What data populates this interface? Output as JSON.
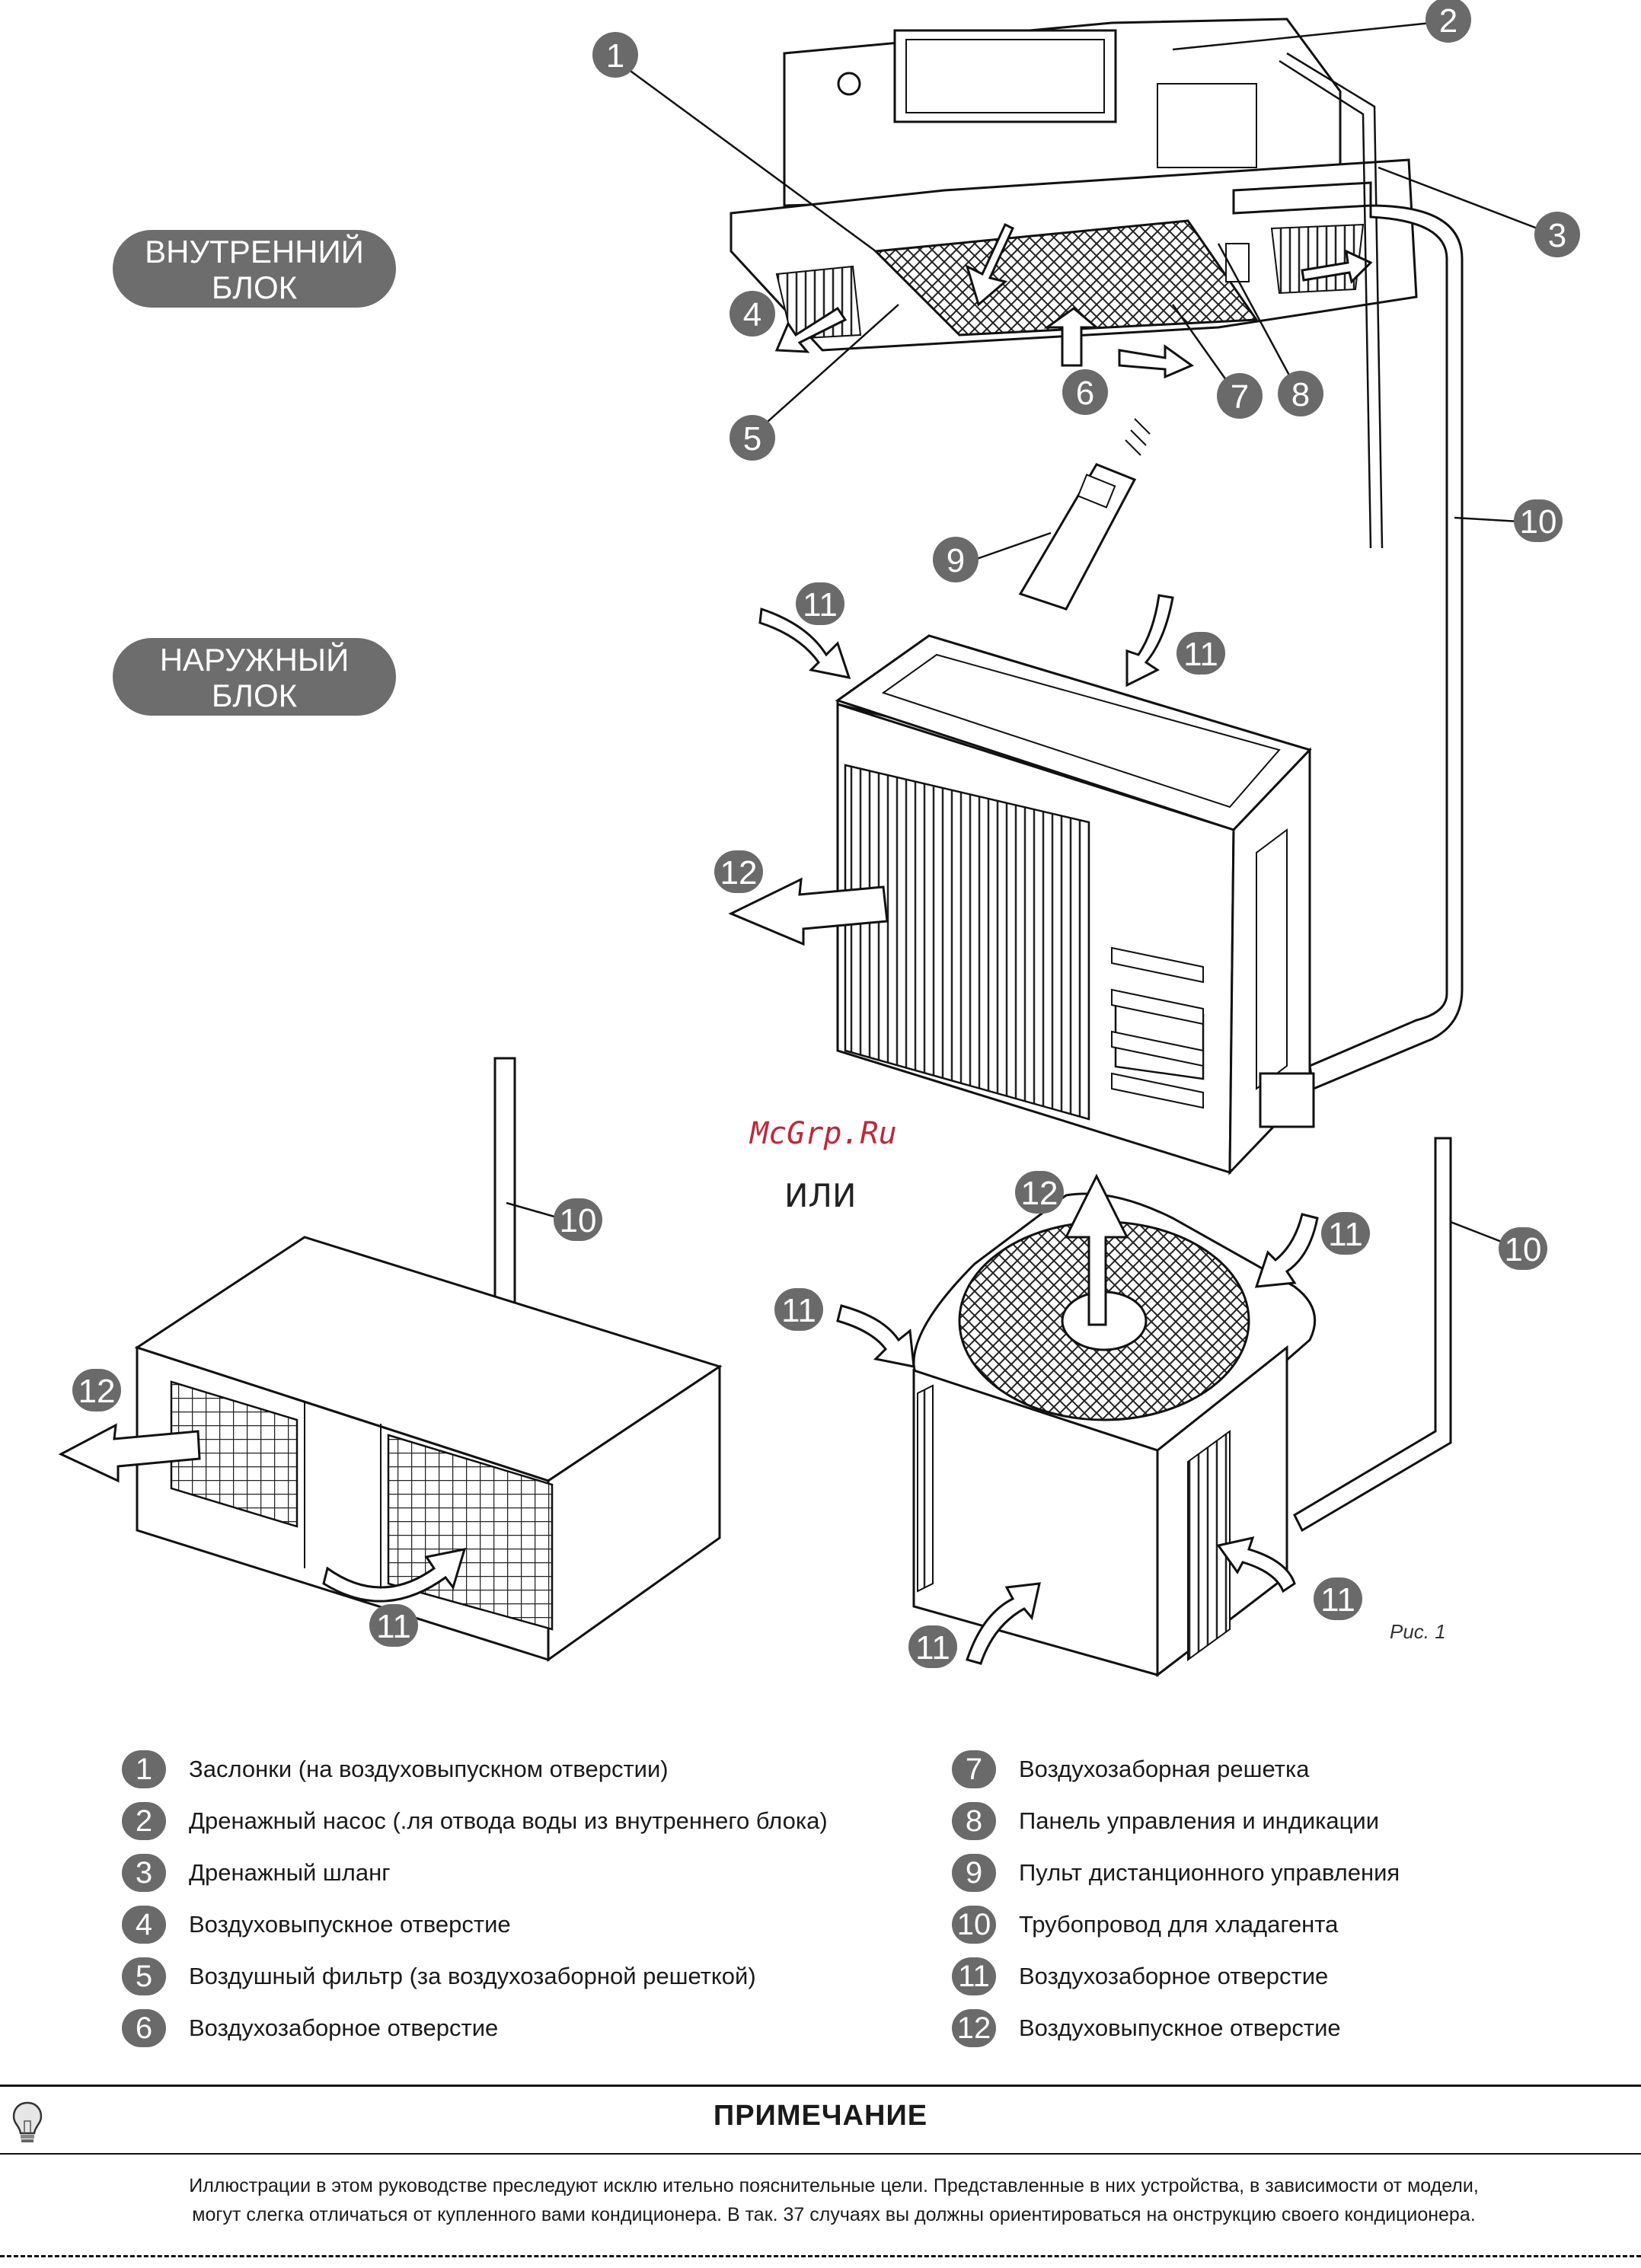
{
  "labels": {
    "indoor": [
      "ВНУТРЕННИЙ",
      "БЛОК"
    ],
    "outdoor": [
      "НАРУЖНЫЙ",
      "БЛОК"
    ],
    "or_text": "ИЛИ",
    "watermark": "McGrp.Ru",
    "figure": "Рис. 1"
  },
  "legend": {
    "left": [
      {
        "num": "1",
        "text": "Заслонки (на воздуховыпускном отверстии)"
      },
      {
        "num": "2",
        "text": "Дренажный насос (.ля отвода воды из внутреннего блока)"
      },
      {
        "num": "3",
        "text": "Дренажный шланг"
      },
      {
        "num": "4",
        "text": "Воздуховыпускное отверстие"
      },
      {
        "num": "5",
        "text": "Воздушный фильтр (за воздухозаборной решеткой)"
      },
      {
        "num": "6",
        "text": "Воздухозаборное отверстие"
      }
    ],
    "right": [
      {
        "num": "7",
        "text": "Воздухозаборная решетка"
      },
      {
        "num": "8",
        "text": "Панель управления и индикации"
      },
      {
        "num": "9",
        "text": "Пульт дистанционного управления"
      },
      {
        "num": "10",
        "text": "Трубопровод для хладагента"
      },
      {
        "num": "11",
        "text": "Воздухозаборное отверстие"
      },
      {
        "num": "12",
        "text": "Воздуховыпускное отверстие"
      }
    ]
  },
  "note": {
    "title": "ПРИМЕЧАНИЕ",
    "line1": "Иллюстрации в этом руководстве преследуют исклю  ительно пояснительные цели.  Представленные в них устройства, в зависимости от модели,",
    "line2": "могут слегка отличаться от купленного вами кондиционера. В так.  37 случаях вы должны ориентироваться на онструкцию своего кондиционера."
  }
}
